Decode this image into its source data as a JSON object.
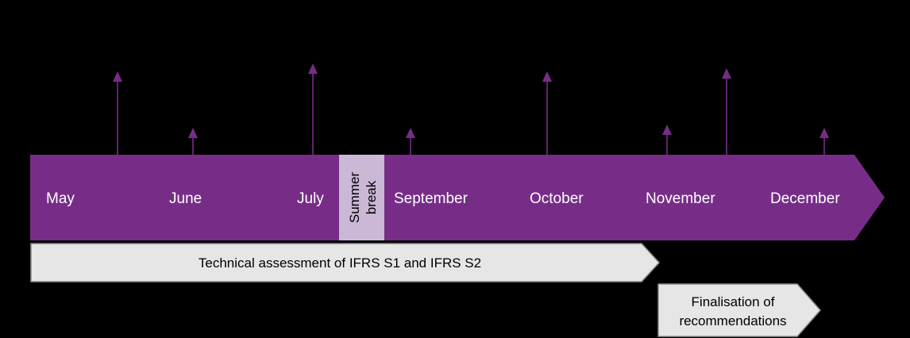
{
  "colors": {
    "background": "#000000",
    "band": "#772d87",
    "break_box": "#cbb8d6",
    "phase_fill": "#e6e6e6",
    "phase_stroke": "#8c8c8c",
    "marker": "#772d87"
  },
  "timeline": {
    "months": [
      "May",
      "June",
      "July",
      "September",
      "October",
      "November",
      "December"
    ],
    "break_label_line1": "Summer",
    "break_label_line2": "break"
  },
  "phases": {
    "technical": "Technical assessment of IFRS S1 and IFRS S2",
    "final_line1": "Finalisation of",
    "final_line2": "recommendations"
  },
  "milestones": {
    "count": 8,
    "icon": "triangle-arrow-icon"
  }
}
